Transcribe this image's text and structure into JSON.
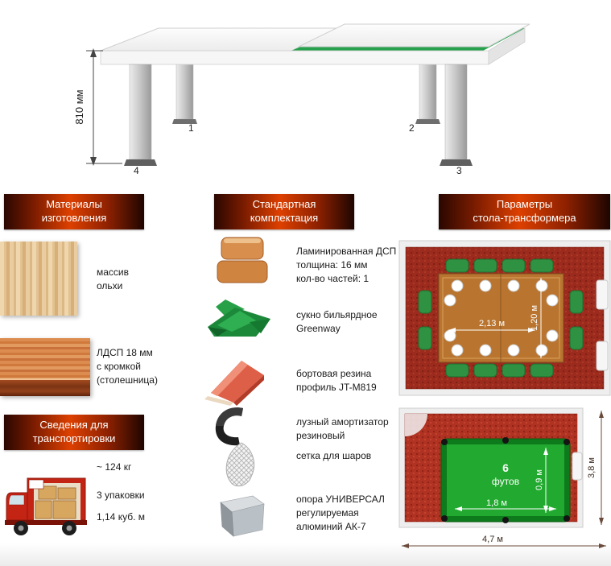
{
  "colors": {
    "header_accent": "#dd4000",
    "cloth_green": "#1c883a",
    "carpet_red": "#9c2b1e",
    "billiard_green": "#22aa30"
  },
  "drawing": {
    "height_label": "810 мм",
    "legs": {
      "l1": "1",
      "l2": "2",
      "l3": "3",
      "l4": "4"
    }
  },
  "headers": {
    "materials": "Материалы\nизготовления",
    "equipment": "Стандартная\nкомплектация",
    "parameters": "Параметры\nстола-трансформера",
    "shipping": "Сведения для\nтранспортировки"
  },
  "materials": {
    "alder": "массив\nольхи",
    "ldsp": "ЛДСП 18 мм\nс кромкой\n(столешница)"
  },
  "shipping": {
    "truck_icon": "delivery-truck-icon",
    "weight": "~ 124 кг",
    "packages": "3 упаковки",
    "volume": "1,14 куб. м"
  },
  "equipment": {
    "items": [
      {
        "icon": "chipboard-icon",
        "label": "Ламинированная ДСП\nтолщина: 16 мм\nкол-во частей: 1"
      },
      {
        "icon": "billiard-cloth-icon",
        "label": "сукно бильярдное\nGreenway"
      },
      {
        "icon": "cushion-rubber-icon",
        "label": "бортовая резина\nпрофиль JT-M819"
      },
      {
        "icon": "pocket-rubber-icon",
        "label": "лузный амортизатор\nрезиновый"
      },
      {
        "icon": "ball-net-icon",
        "label": "сетка для шаров"
      },
      {
        "icon": "leg-support-icon",
        "label": "опора УНИВЕРСАЛ\nрегулируемая\nалюминий АК-7"
      }
    ]
  },
  "rooms": {
    "dining": {
      "length": "2,13 м",
      "width": "1,20 м"
    },
    "billiard": {
      "size_value": "6",
      "size_unit": "футов",
      "table_length": "1,8 м",
      "table_width": "0,9 м",
      "room_width": "3,8 м",
      "room_length": "4,7 м"
    }
  }
}
